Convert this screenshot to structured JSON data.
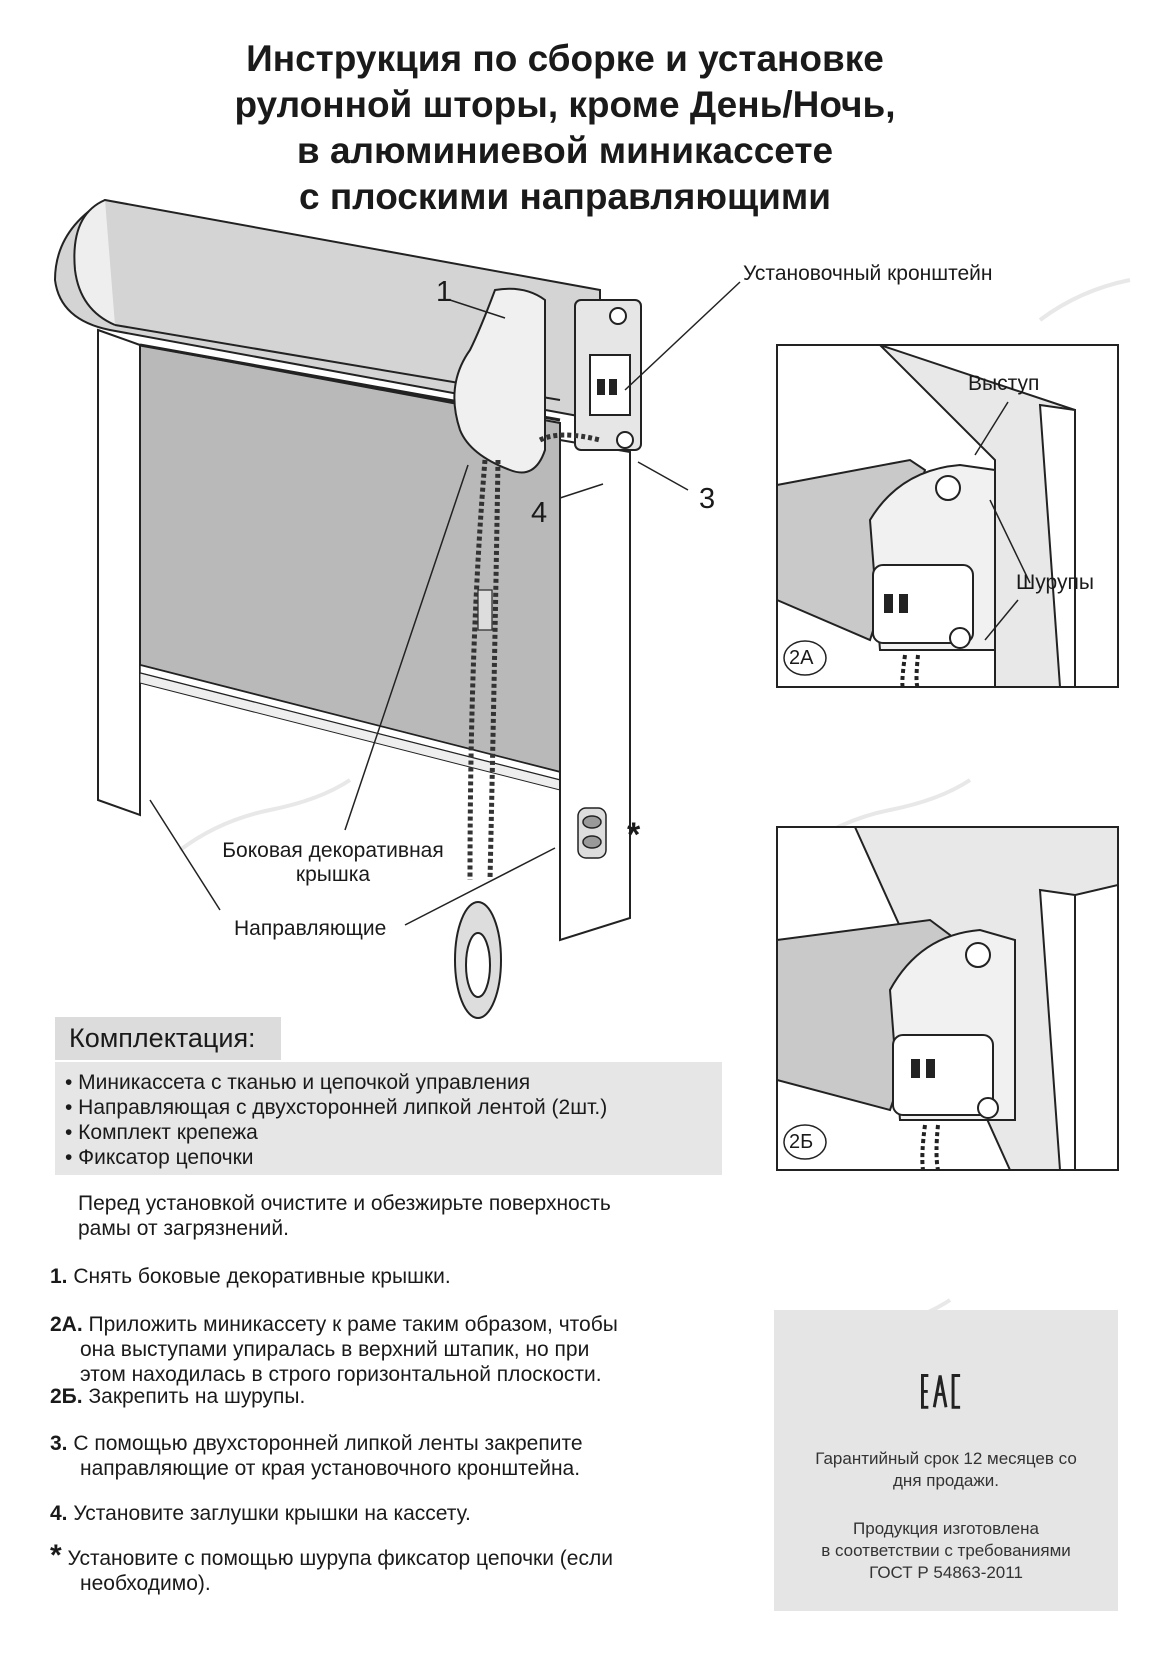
{
  "title": {
    "line1": "Инструкция по сборке и установке",
    "line2": "рулонной шторы, кроме День/Ночь,",
    "line3": "в алюминиевой миникассете",
    "line4": "с плоскими направляющими"
  },
  "diagram": {
    "bracket_label": "Установочный кронштейн",
    "num1": "1",
    "num3": "3",
    "num4": "4",
    "side_cover_label_l1": "Боковая декоративная",
    "side_cover_label_l2": "крышка",
    "guides_label": "Направляющие",
    "star": "*"
  },
  "detail_2a": {
    "badge": "2А",
    "ledge_label": "Выступ",
    "screws_label": "Шурупы"
  },
  "detail_2b": {
    "badge": "2Б"
  },
  "kit": {
    "heading": "Комплектация:",
    "items": [
      "• Миникассета с тканью и цепочкой управления",
      "• Направляющая с двухсторонней липкой лентой (2шт.)",
      "• Комплект крепежа",
      "• Фиксатор цепочки"
    ]
  },
  "instructions": {
    "pre_l1": "Перед установкой очистите и обезжирьте поверхность",
    "pre_l2": "рамы от загрязнений.",
    "s1_num": "1.",
    "s1_text": "Снять боковые декоративные крышки.",
    "s2a_num": "2А.",
    "s2a_l1": "Приложить миникассету к раме таким образом, чтобы",
    "s2a_l2": "она выступами упиралась в верхний штапик, но при",
    "s2a_l3": "этом находилась в строго горизонтальной плоскости.",
    "s2b_num": "2Б.",
    "s2b_text": "Закрепить на шурупы.",
    "s3_num": "3.",
    "s3_l1": "С помощью двухсторонней липкой ленты закрепите",
    "s3_l2": "направляющие от края установочного кронштейна.",
    "s4_num": "4.",
    "s4_text": "Установите заглушки крышки на кассету.",
    "star_num": "*",
    "star_l1": "Установите с помощью шурупа фиксатор цепочки (если",
    "star_l2": "необходимо)."
  },
  "certification": {
    "mark": "EAC",
    "warranty_l1": "Гарантийный срок 12 месяцев со",
    "warranty_l2": "дня продажи.",
    "gost_l1": "Продукция изготовлена",
    "gost_l2": "в соответствии с требованиями",
    "gost_l3": "ГОСТ Р 54863-2011"
  }
}
